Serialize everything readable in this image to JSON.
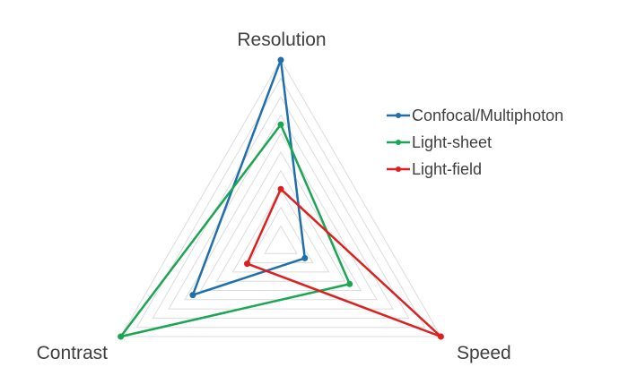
{
  "chart_data": {
    "type": "radar",
    "axes": [
      "Resolution",
      "Speed",
      "Contrast"
    ],
    "levels": 10,
    "max": 10,
    "grid": true,
    "legend_position": "right",
    "series": [
      {
        "name": "Confocal/Multiphoton",
        "color": "#1f6fad",
        "values": [
          10,
          1.5,
          5.5
        ]
      },
      {
        "name": "Light-sheet",
        "color": "#1aa653",
        "values": [
          6.5,
          4.3,
          10
        ]
      },
      {
        "name": "Light-field",
        "color": "#e01e1e",
        "values": [
          3,
          10,
          2.1
        ]
      }
    ]
  }
}
